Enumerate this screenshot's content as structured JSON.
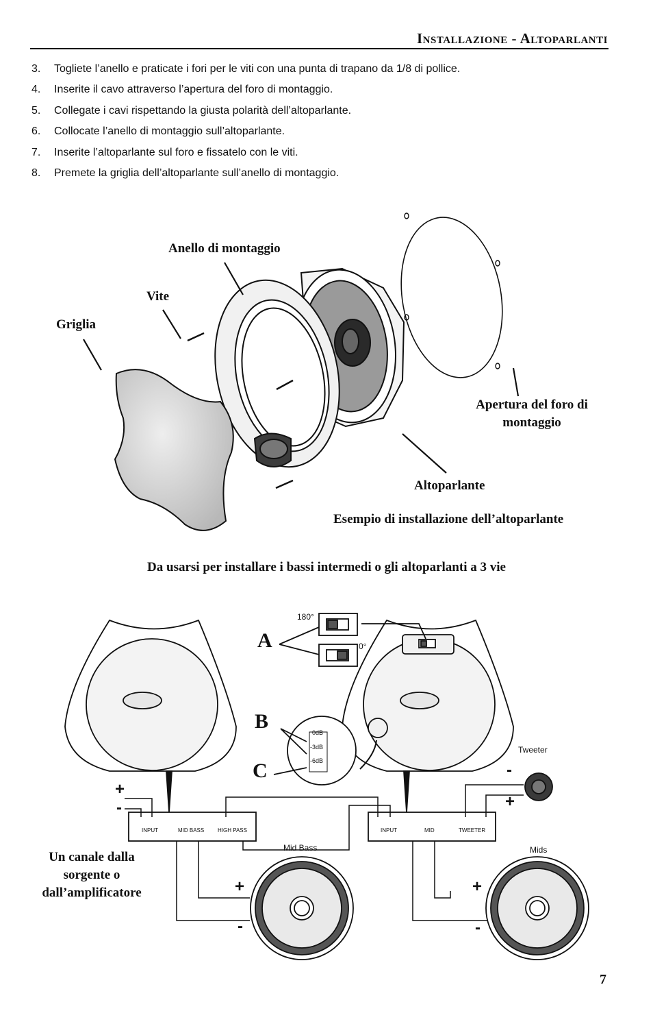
{
  "header": {
    "title": "Installazione - Altoparlanti"
  },
  "steps": [
    {
      "num": "3.",
      "text": "Togliete l’anello e praticate i fori per le viti con una punta di trapano da 1/8 di pollice."
    },
    {
      "num": "4.",
      "text": "Inserite il cavo attraverso l’apertura del foro di montaggio."
    },
    {
      "num": "5.",
      "text": "Collegate i cavi rispettando la giusta polarità dell’altoparlante."
    },
    {
      "num": "6.",
      "text": "Collocate l’anello di montaggio sull’altoparlante."
    },
    {
      "num": "7.",
      "text": "Inserite l’altoparlante sul foro e fissatelo con le viti."
    },
    {
      "num": "8.",
      "text": "Premete la griglia dell’altoparlante sull’anello di montaggio."
    }
  ],
  "figure1": {
    "anello": "Anello di montaggio",
    "vite": "Vite",
    "griglia": "Griglia",
    "apertura": "Apertura del foro di montaggio",
    "altoparlante": "Altoparlante",
    "caption": "Esempio di installazione dell’altoparlante"
  },
  "figure2": {
    "heading": "Da usarsi per installare i bassi intermedi o gli altoparlanti a 3 vie",
    "letter_a": "A",
    "letter_b": "B",
    "letter_c": "C",
    "angle_180": "180°",
    "angle_0": "0°",
    "db_0": "0dB",
    "db_3": "-3dB",
    "db_6": "-6dB",
    "tweeter": "Tweeter",
    "mid_bass": "Mid Bass",
    "mids": "Mids",
    "source": "Un canale dalla sorgente o dall’amplificatore",
    "plus": "+",
    "minus": "-",
    "t_input": "INPUT",
    "t_midbass": "MID BASS",
    "t_highpass": "HIGH PASS",
    "t_mid": "MID",
    "t_tweeter": "TWEETER"
  },
  "page_number": "7"
}
